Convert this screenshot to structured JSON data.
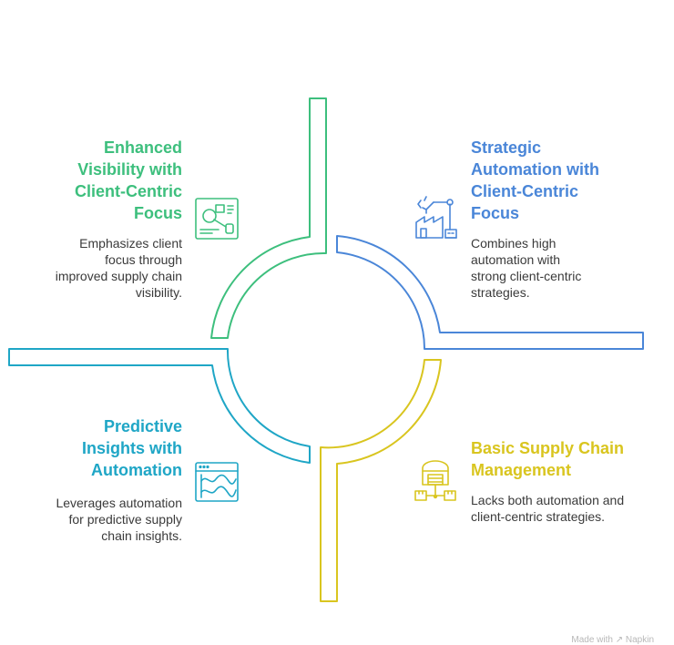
{
  "colors": {
    "green": "#3dbf7d",
    "blue": "#4a86d8",
    "teal": "#1fa6c6",
    "yellow": "#d9c51f",
    "text": "#3a3a3a",
    "footer": "#b8b8b8"
  },
  "quadrants": {
    "top_left": {
      "title": "Enhanced\nVisibility with\nClient-Centric\nFocus",
      "description": "Emphasizes client\nfocus through\nimproved supply chain\nvisibility.",
      "icon": "dashboard-icon",
      "color": "green"
    },
    "top_right": {
      "title": "Strategic\nAutomation with\nClient-Centric\nFocus",
      "description": "Combines high\nautomation with\nstrong client-centric\nstrategies.",
      "icon": "robotic-factory-icon",
      "color": "blue"
    },
    "bottom_left": {
      "title": "Predictive\nInsights with\nAutomation",
      "description": "Leverages automation\nfor predictive supply\nchain insights.",
      "icon": "analytics-window-icon",
      "color": "teal"
    },
    "bottom_right": {
      "title": "Basic Supply Chain\nManagement",
      "description": "Lacks both automation and\nclient-centric strategies.",
      "icon": "warehouse-network-icon",
      "color": "yellow"
    }
  },
  "footer": {
    "text": "Made with ↗ Napkin"
  }
}
